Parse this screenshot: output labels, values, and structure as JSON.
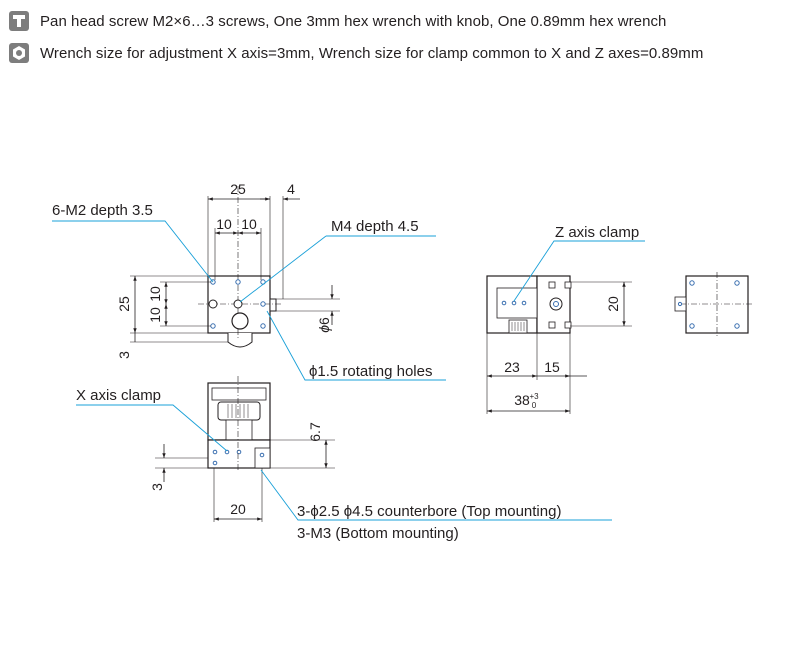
{
  "info": {
    "row1": {
      "icon": "screw-head-icon",
      "text": "Pan head screw M2×6…3 screws, One 3mm hex wrench with knob, One 0.89mm hex wrench"
    },
    "row2": {
      "icon": "hex-nut-icon",
      "text": "Wrench size for adjustment X axis=3mm, Wrench size for clamp common to X and Z axes=0.89mm"
    }
  },
  "top_view": {
    "dim_width": "25",
    "dim_offset": "4",
    "dim_pitch_a": "10",
    "dim_pitch_b": "10",
    "dim_height": "25",
    "dim_vpitch_a": "10",
    "dim_vpitch_b": "10",
    "dim_bottom": "3",
    "dim_diameter": "6",
    "dim_diameter_prefix": "ϕ",
    "callout_tapped": "6-M2 depth 3.5",
    "callout_center": "M4 depth 4.5",
    "callout_rotating": "ϕ1.5 rotating holes"
  },
  "front_view": {
    "callout_clamp": "X axis clamp",
    "dim_height": "6.7",
    "dim_base": "3",
    "dim_width": "20",
    "callout_mount_1": "3-ϕ2.5 ϕ4.5 counterbore (Top mounting)",
    "callout_mount_2": "3-M3 (Bottom mounting)"
  },
  "side_view": {
    "callout_clamp": "Z axis clamp",
    "dim_height": "20",
    "dim_left": "23",
    "dim_right": "15",
    "dim_total": "38",
    "tol_upper": "+3",
    "tol_lower": "0"
  },
  "colors": {
    "leader": "#1aa0d8",
    "line": "#231f20",
    "hole": "#3a6fb0",
    "badge": "#7d7d7d"
  }
}
